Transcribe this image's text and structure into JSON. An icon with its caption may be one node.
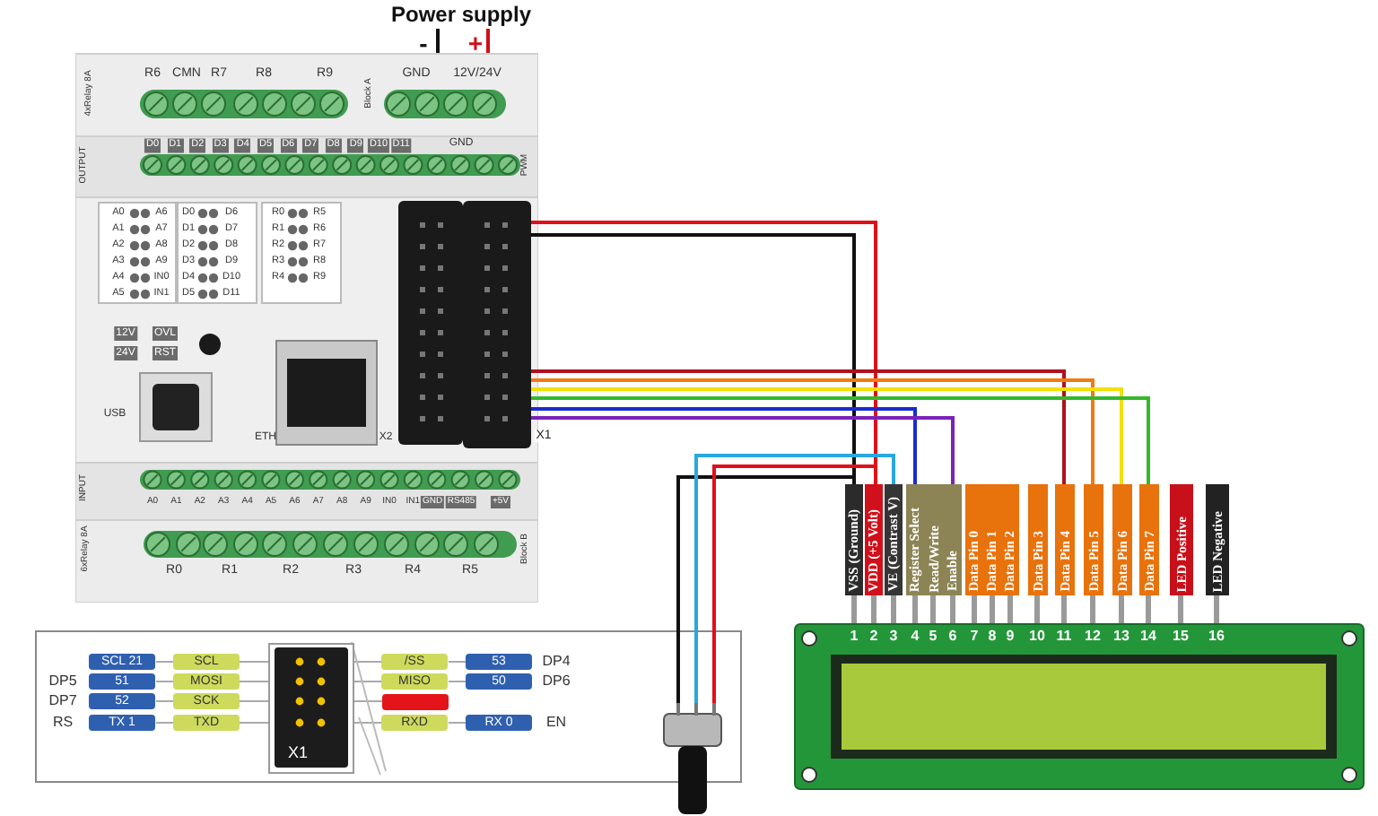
{
  "diagram": {
    "nodes": [
      {
        "text": [],
        "shape": "picture"
      },
      {
        "text": [],
        "shape": "box",
        "in": 0,
        "beside": [
          "X1"
        ]
      },
      {
        "text": [
          "VSS (Ground)"
        ]
      },
      {
        "text": [
          "VDD (+5 Volt)"
        ]
      },
      {
        "text": [
          "VE (Contrast V)"
        ]
      },
      {
        "text": [
          "Register Select",
          "Read/Write",
          "Enable"
        ]
      },
      {
        "text": [
          "Data Pin 0",
          "Data Pin 1",
          "Data Pin 2"
        ]
      },
      {
        "text": [
          "Data Pin 3"
        ]
      },
      {
        "text": [
          "Data Pin 4"
        ]
      },
      {
        "text": [
          "Data Pin 5"
        ]
      },
      {
        "text": [
          "Data Pin 6"
        ]
      },
      {
        "text": [
          "Data Pin 7"
        ]
      },
      {
        "text": [
          "LED Positive"
        ]
      },
      {
        "text": [
          "LED Negative"
        ]
      },
      {
        "text": [],
        "shape": "picture"
      }
    ],
    "edges": [
      {
        "from": 1,
        "to": 3,
        "arrow": "none",
        "color": "#e0101a"
      },
      {
        "from": 1,
        "to": 2,
        "arrow": "none",
        "color": "#111111"
      },
      {
        "from": 1,
        "to": 8,
        "arrow": "none",
        "color": "#b01020"
      },
      {
        "from": 1,
        "to": 9,
        "arrow": "none",
        "color": "#f07b12"
      },
      {
        "from": 1,
        "to": 10,
        "arrow": "none",
        "color": "#f2e000"
      },
      {
        "from": 1,
        "to": 11,
        "arrow": "none",
        "color": "#35b82c"
      },
      {
        "from": 1,
        "to": 5,
        "arrow": "none",
        "color": "#1a2bd0"
      },
      {
        "from": 1,
        "to": 5,
        "arrow": "none",
        "color": "#7a22b8"
      },
      {
        "from": 14,
        "to": 2,
        "arrow": "none",
        "color": "#111111"
      },
      {
        "from": 14,
        "to": 3,
        "arrow": "none",
        "color": "#e0101a"
      },
      {
        "from": 14,
        "to": 4,
        "arrow": "none",
        "color": "#29a8e0"
      }
    ],
    "labels": [
      "4xRelay 8A",
      "R6",
      "CMN",
      "R7",
      "R8",
      "R9",
      "Block A",
      "GND",
      "12V/24V",
      "OUTPUT",
      "D0",
      "D1",
      "D2",
      "D3",
      "D4",
      "D5",
      "D6",
      "D7",
      "D8",
      "D9",
      "D10",
      "D11",
      "GND",
      "PWM",
      "A0",
      "A6",
      "D0",
      "D6",
      "R0",
      "R5",
      "A1",
      "A7",
      "D1",
      "D7",
      "R1",
      "R6",
      "A2",
      "A8",
      "D2",
      "D8",
      "R2",
      "R7",
      "A3",
      "A9",
      "D3",
      "D9",
      "R3",
      "R8",
      "A4",
      "IN0",
      "D4",
      "D10",
      "R4",
      "R9",
      "A5",
      "IN1",
      "D5",
      "D11",
      "12V",
      "OVL",
      "24V",
      "RST",
      "USB",
      "ETH",
      "X2",
      "INPUT",
      "A0",
      "A1",
      "A2",
      "A3",
      "A4",
      "A5",
      "A6",
      "A7",
      "A8",
      "A9",
      "IN0",
      "IN1",
      "GND",
      "RS485",
      "+5V",
      "6xRelay 8A",
      "R0",
      "R1",
      "R2",
      "R3",
      "R4",
      "R5",
      "Block B",
      "Power supply",
      "-",
      "+",
      "1",
      "2",
      "3",
      "4",
      "5",
      "6",
      "7",
      "8",
      "9",
      "10",
      "11",
      "12",
      "13",
      "14",
      "15",
      "16",
      "SCL 21",
      "SCL",
      "/SS",
      "53",
      "DP4",
      "DP5",
      "51",
      "MOSI",
      "MISO",
      "50",
      "DP6",
      "DP7",
      "52",
      "SCK",
      "RS",
      "TX 1",
      "TXD",
      "RXD",
      "RX 0",
      "EN",
      "X1"
    ]
  }
}
